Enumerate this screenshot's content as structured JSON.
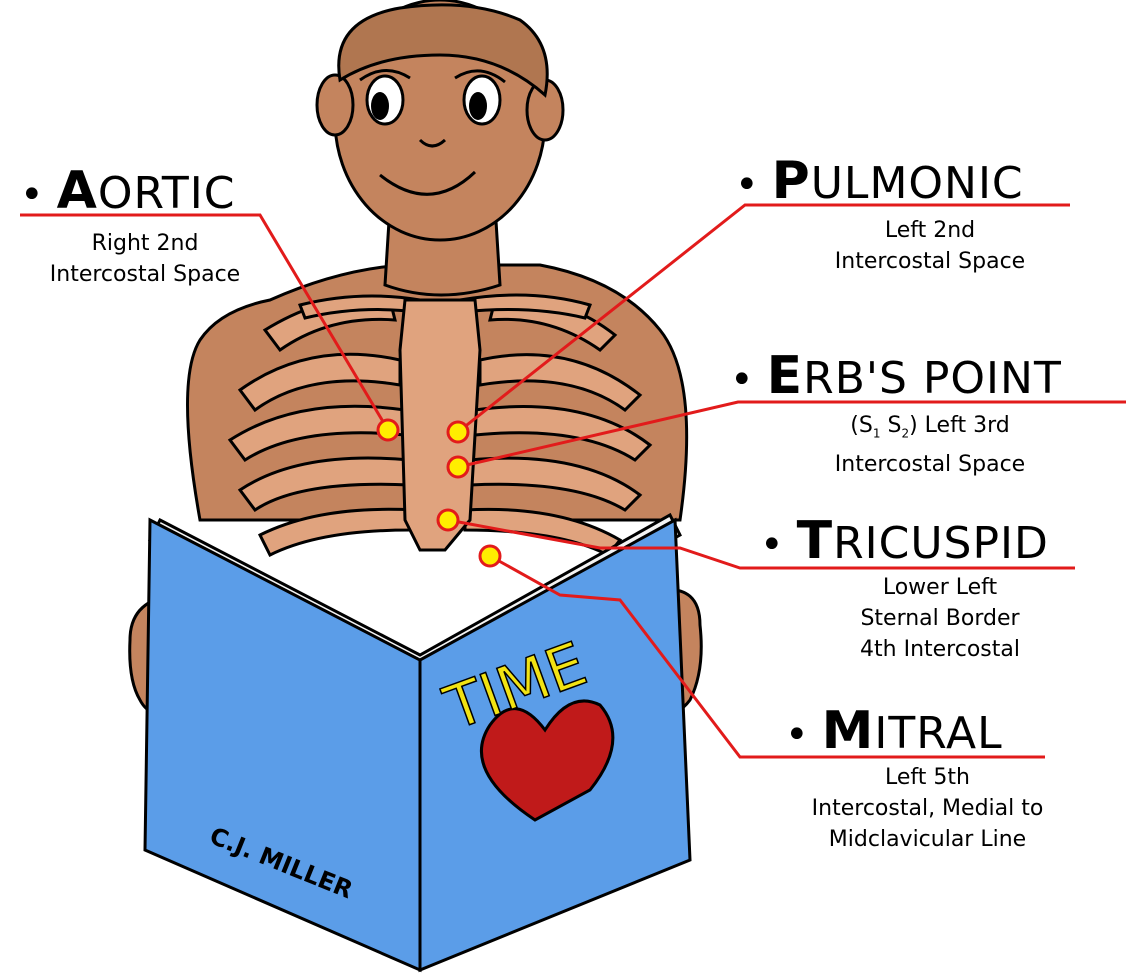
{
  "labels": {
    "aortic": {
      "bullet": "•",
      "initial": "A",
      "rest": "ORTIC",
      "desc": [
        "Right 2nd",
        "Intercostal Space"
      ]
    },
    "pulmonic": {
      "bullet": "•",
      "initial": "P",
      "rest": "ULMONIC",
      "desc": [
        "Left 2nd",
        "Intercostal Space"
      ]
    },
    "erbs": {
      "bullet": "•",
      "initial": "E",
      "rest": "RB'S POINT",
      "desc": [
        "(S",
        "1",
        " S",
        "2",
        ") Left 3rd",
        "Intercostal Space"
      ]
    },
    "tricuspid": {
      "bullet": "•",
      "initial": "T",
      "rest": "RICUSPID",
      "desc": [
        "Lower Left",
        "Sternal Border",
        "4th Intercostal"
      ]
    },
    "mitral": {
      "bullet": "•",
      "initial": "M",
      "rest": "ITRAL",
      "desc": [
        "Left 5th",
        "Intercostal, Medial to",
        "Midclavicular Line"
      ]
    }
  },
  "book": {
    "title": "TIME",
    "signature": "C.J. MILLER"
  },
  "colors": {
    "skin": "#c4845e",
    "ribs": "#e0a37e",
    "book": "#5b9de8",
    "line": "#e21b1b",
    "dot": "#ffee00",
    "heart": "#c01a1a",
    "title_text": "#f2e313"
  }
}
